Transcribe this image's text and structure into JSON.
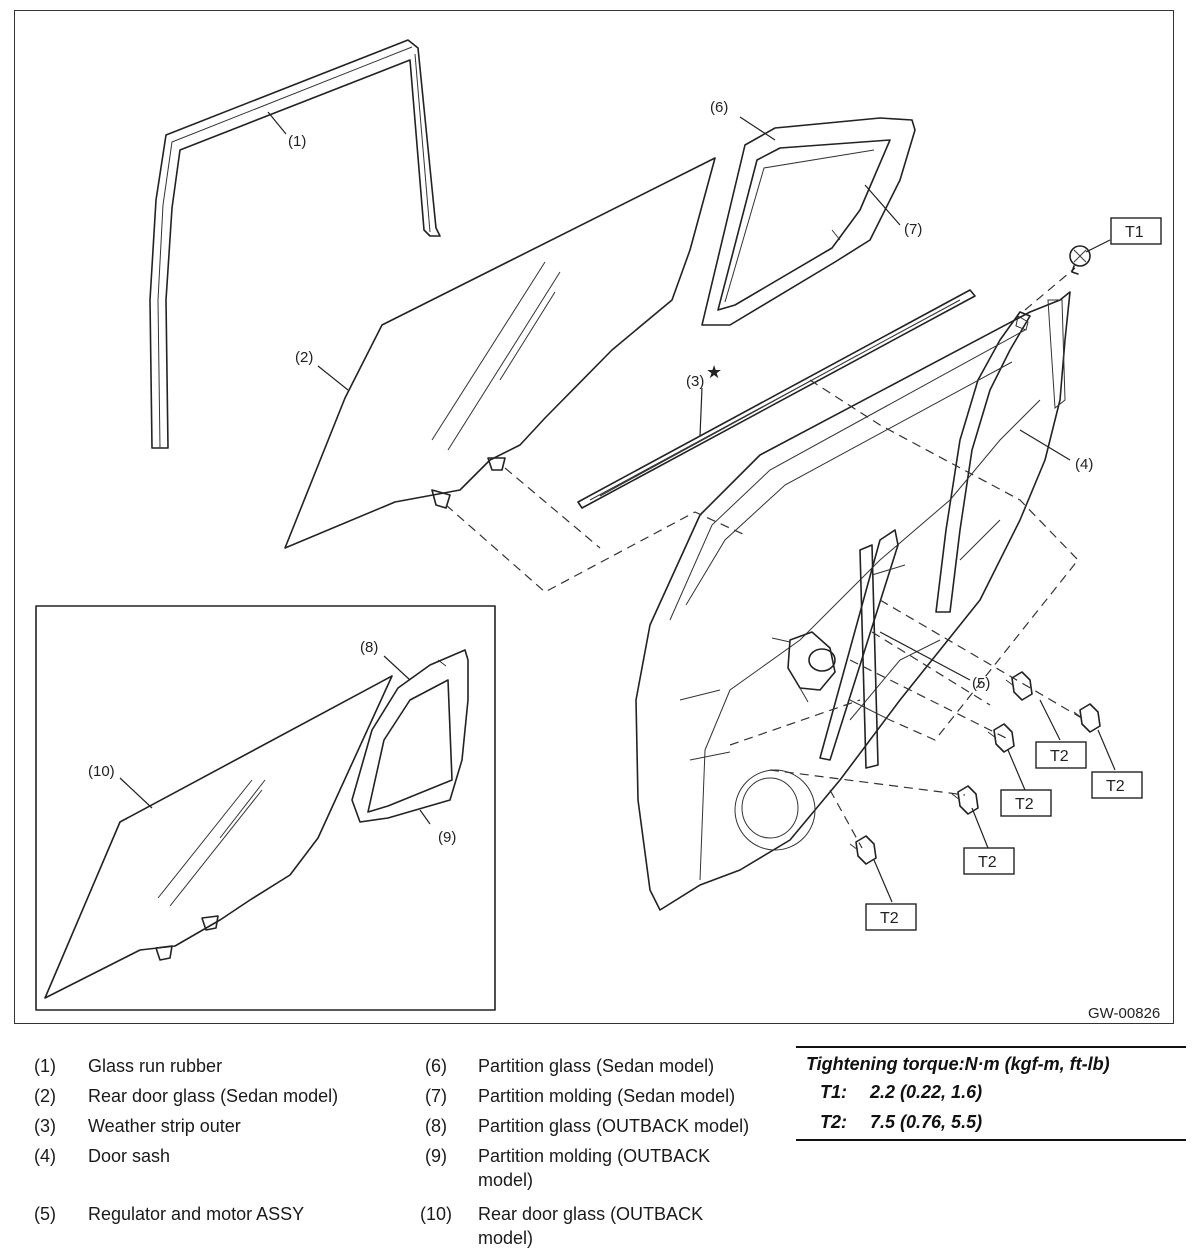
{
  "diagram": {
    "code": "GW-00826",
    "star_mark": "★",
    "callouts": {
      "c1": "(1)",
      "c2": "(2)",
      "c3": "(3)",
      "c4": "(4)",
      "c5": "(5)",
      "c6": "(6)",
      "c7": "(7)",
      "c8": "(8)",
      "c9": "(9)",
      "c10": "(10)"
    },
    "torque_tags": {
      "t1": "T1",
      "t2": "T2"
    }
  },
  "legend": [
    {
      "num": "(1)",
      "text": "Glass run rubber"
    },
    {
      "num": "(2)",
      "text": "Rear door glass (Sedan model)"
    },
    {
      "num": "(3)",
      "text": "Weather strip outer"
    },
    {
      "num": "(4)",
      "text": "Door sash"
    },
    {
      "num": "(5)",
      "text": "Regulator and motor ASSY"
    },
    {
      "num": "(6)",
      "text": "Partition glass (Sedan model)"
    },
    {
      "num": "(7)",
      "text": "Partition molding (Sedan model)"
    },
    {
      "num": "(8)",
      "text": "Partition glass (OUTBACK model)"
    },
    {
      "num": "(9)",
      "text": "Partition molding (OUTBACK model)"
    },
    {
      "num": "(10)",
      "text": "Rear door glass (OUTBACK model)"
    }
  ],
  "torque": {
    "header": "Tightening torque:N·m (kgf-m, ft-lb)",
    "rows": [
      {
        "key": "T1:",
        "value": "2.2 (0.22, 1.6)"
      },
      {
        "key": "T2:",
        "value": "7.5 (0.76, 5.5)"
      }
    ]
  }
}
